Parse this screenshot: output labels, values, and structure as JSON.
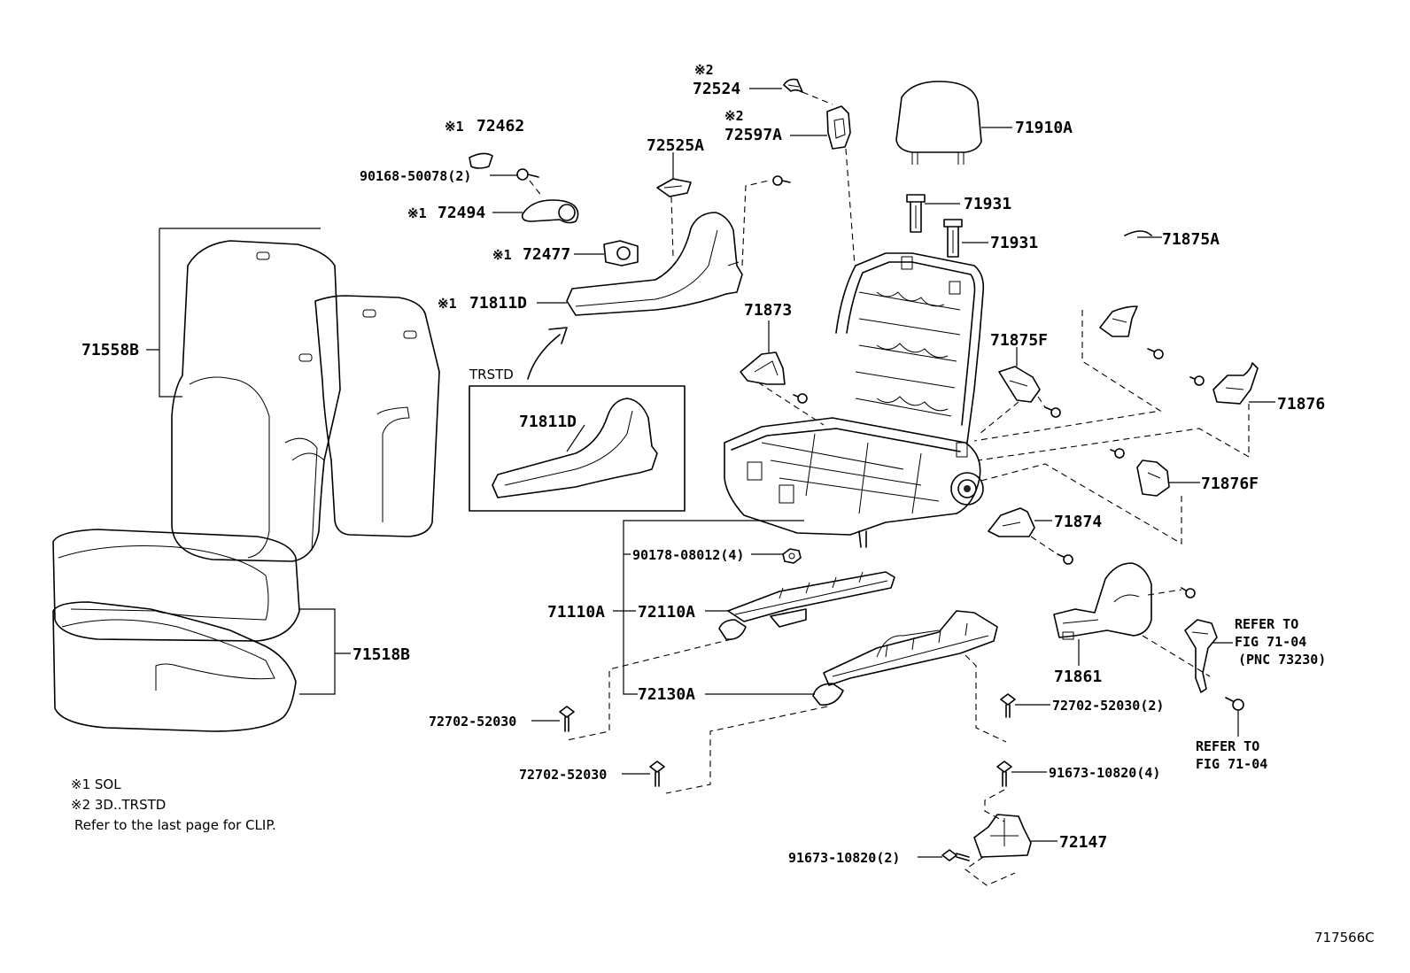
{
  "labels": {
    "p72524": "72524",
    "p72524_mark": "※2",
    "p72597a": "72597A",
    "p72597a_mark": "※2",
    "p71910a": "71910A",
    "p72525a": "72525A",
    "p72462": "72462",
    "p72462_mark": "※1",
    "p90168": "90168-50078(2)",
    "p72494": "72494",
    "p72494_mark": "※1",
    "p72477": "72477",
    "p72477_mark": "※1",
    "p71811d": "71811D",
    "p71811d_mark": "※1",
    "p71931a": "71931",
    "p71931b": "71931",
    "p71558b": "71558B",
    "p71873": "71873",
    "p71875a": "71875A",
    "p71875f": "71875F",
    "trstd": "TRSTD",
    "p71811d_inset": "71811D",
    "p71876": "71876",
    "p71876f": "71876F",
    "p71874": "71874",
    "p90178": "90178-08012(4)",
    "p71110a": "71110A",
    "p72110a": "72110A",
    "p71861": "71861",
    "refer1_l1": "REFER TO",
    "refer1_l2": "FIG 71-04",
    "refer1_l3": "(PNC 73230)",
    "p71518b": "71518B",
    "p72130a": "72130A",
    "p72702a": "72702-52030",
    "p72702b": "72702-52030(2)",
    "refer2_l1": "REFER TO",
    "refer2_l2": "FIG 71-04",
    "p72702c": "72702-52030",
    "p91673a": "91673-10820(4)",
    "p72147": "72147",
    "p91673b": "91673-10820(2)"
  },
  "notes": {
    "note1": "※1 SOL",
    "note2": "※2 3D..TRSTD",
    "note3": "Refer to the last page for CLIP."
  },
  "figure_code": "717566C"
}
